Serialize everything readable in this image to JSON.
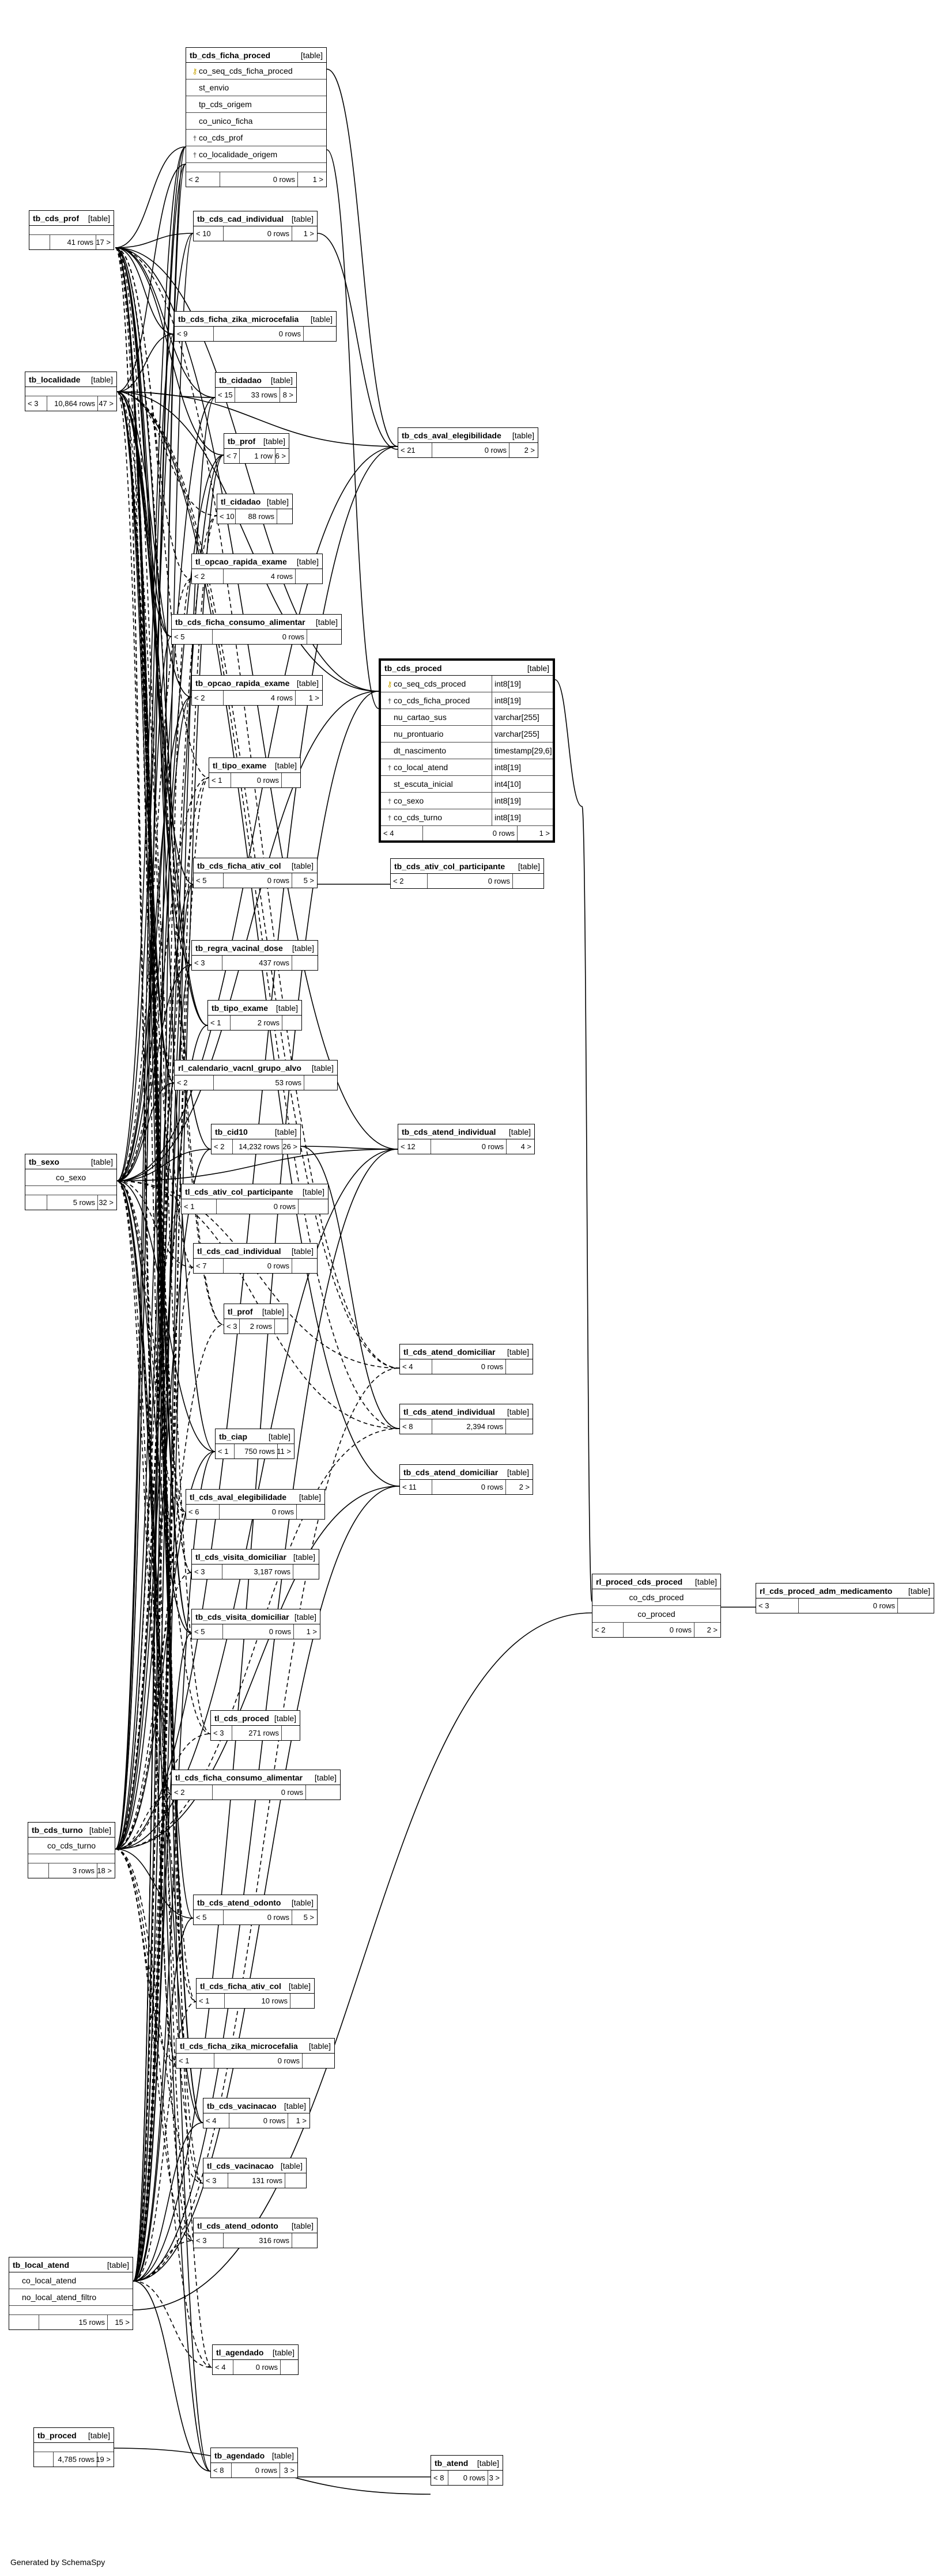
{
  "footer_text": "Generated by SchemaSpy",
  "tables": [
    {
      "id": "tb_cds_ficha_proced",
      "name": "tb_cds_ficha_proced",
      "kind": "[table]",
      "columns": [
        {
          "name": "co_seq_cds_ficha_proced",
          "key": "pk"
        },
        {
          "name": "st_envio",
          "key": ""
        },
        {
          "name": "tp_cds_origem",
          "key": ""
        },
        {
          "name": "co_unico_ficha",
          "key": ""
        },
        {
          "name": "co_cds_prof",
          "key": "fk"
        },
        {
          "name": "co_localidade_origem",
          "key": "fk"
        }
      ],
      "spacer": true,
      "footer": {
        "left": "< 2",
        "mid": "0 rows",
        "right": "1 >"
      }
    },
    {
      "id": "tb_cds_prof",
      "name": "tb_cds_prof",
      "kind": "[table]",
      "columns": [],
      "spacer": true,
      "footer": {
        "left": "",
        "mid": "41 rows",
        "right": "17 >"
      }
    },
    {
      "id": "tb_cds_cad_individual",
      "name": "tb_cds_cad_individual",
      "kind": "[table]",
      "columns": [],
      "footer": {
        "left": "< 10",
        "mid": "0 rows",
        "right": "1 >"
      }
    },
    {
      "id": "tb_cds_ficha_zika_microcefalia",
      "name": "tb_cds_ficha_zika_microcefalia",
      "kind": "[table]",
      "columns": [],
      "footer": {
        "left": "< 9",
        "mid": "0 rows",
        "right": ""
      }
    },
    {
      "id": "tb_localidade",
      "name": "tb_localidade",
      "kind": "[table]",
      "columns": [],
      "spacer": true,
      "footer": {
        "left": "< 3",
        "mid": "10,864 rows",
        "right": "47 >"
      }
    },
    {
      "id": "tb_cidadao",
      "name": "tb_cidadao",
      "kind": "[table]",
      "columns": [],
      "footer": {
        "left": "< 15",
        "mid": "33 rows",
        "right": "8 >"
      }
    },
    {
      "id": "tb_cds_aval_elegibilidade",
      "name": "tb_cds_aval_elegibilidade",
      "kind": "[table]",
      "columns": [],
      "footer": {
        "left": "< 21",
        "mid": "0 rows",
        "right": "2 >"
      }
    },
    {
      "id": "tb_prof",
      "name": "tb_prof",
      "kind": "[table]",
      "columns": [],
      "footer": {
        "left": "< 7",
        "mid": "1 row",
        "right": "6 >"
      }
    },
    {
      "id": "tl_cidadao",
      "name": "tl_cidadao",
      "kind": "[table]",
      "columns": [],
      "footer": {
        "left": "< 10",
        "mid": "88 rows",
        "right": ""
      }
    },
    {
      "id": "tl_opcao_rapida_exame",
      "name": "tl_opcao_rapida_exame",
      "kind": "[table]",
      "columns": [],
      "footer": {
        "left": "< 2",
        "mid": "4 rows",
        "right": ""
      }
    },
    {
      "id": "tb_cds_ficha_consumo_alimentar",
      "name": "tb_cds_ficha_consumo_alimentar",
      "kind": "[table]",
      "columns": [],
      "footer": {
        "left": "< 5",
        "mid": "0 rows",
        "right": ""
      }
    },
    {
      "id": "tb_cds_proced",
      "name": "tb_cds_proced",
      "kind": "[table]",
      "bold": true,
      "columns": [
        {
          "name": "co_seq_cds_proced",
          "key": "pk",
          "type": "int8[19]"
        },
        {
          "name": "co_cds_ficha_proced",
          "key": "fk",
          "type": "int8[19]"
        },
        {
          "name": "nu_cartao_sus",
          "key": "",
          "type": "varchar[255]"
        },
        {
          "name": "nu_prontuario",
          "key": "",
          "type": "varchar[255]"
        },
        {
          "name": "dt_nascimento",
          "key": "",
          "type": "timestamp[29,6]"
        },
        {
          "name": "co_local_atend",
          "key": "fk",
          "type": "int8[19]"
        },
        {
          "name": "st_escuta_inicial",
          "key": "",
          "type": "int4[10]"
        },
        {
          "name": "co_sexo",
          "key": "fk",
          "type": "int8[19]"
        },
        {
          "name": "co_cds_turno",
          "key": "fk",
          "type": "int8[19]"
        }
      ],
      "footer": {
        "left": "< 4",
        "mid": "0 rows",
        "right": "1 >"
      }
    },
    {
      "id": "tb_opcao_rapida_exame",
      "name": "tb_opcao_rapida_exame",
      "kind": "[table]",
      "columns": [],
      "footer": {
        "left": "< 2",
        "mid": "4 rows",
        "right": "1 >"
      }
    },
    {
      "id": "tl_tipo_exame",
      "name": "tl_tipo_exame",
      "kind": "[table]",
      "columns": [],
      "footer": {
        "left": "< 1",
        "mid": "0 rows",
        "right": ""
      }
    },
    {
      "id": "tb_cds_ficha_ativ_col",
      "name": "tb_cds_ficha_ativ_col",
      "kind": "[table]",
      "columns": [],
      "footer": {
        "left": "< 5",
        "mid": "0 rows",
        "right": "5 >"
      }
    },
    {
      "id": "tb_cds_ativ_col_participante",
      "name": "tb_cds_ativ_col_participante",
      "kind": "[table]",
      "columns": [],
      "footer": {
        "left": "< 2",
        "mid": "0 rows",
        "right": ""
      }
    },
    {
      "id": "tb_regra_vacinal_dose",
      "name": "tb_regra_vacinal_dose",
      "kind": "[table]",
      "columns": [],
      "footer": {
        "left": "< 3",
        "mid": "437 rows",
        "right": ""
      }
    },
    {
      "id": "tb_tipo_exame",
      "name": "tb_tipo_exame",
      "kind": "[table]",
      "columns": [],
      "footer": {
        "left": "< 1",
        "mid": "2 rows",
        "right": ""
      }
    },
    {
      "id": "rl_calendario_vacnl_grupo_alvo",
      "name": "rl_calendario_vacnl_grupo_alvo",
      "kind": "[table]",
      "columns": [],
      "footer": {
        "left": "< 2",
        "mid": "53 rows",
        "right": ""
      }
    },
    {
      "id": "tb_sexo",
      "name": "tb_sexo",
      "kind": "[table]",
      "columns": [
        {
          "name": "co_sexo",
          "key": "",
          "center": true
        }
      ],
      "spacer": true,
      "footer": {
        "left": "",
        "mid": "5 rows",
        "right": "32 >"
      }
    },
    {
      "id": "tb_cid10",
      "name": "tb_cid10",
      "kind": "[table]",
      "columns": [],
      "footer": {
        "left": "< 2",
        "mid": "14,232 rows",
        "right": "26 >"
      }
    },
    {
      "id": "tb_cds_atend_individual",
      "name": "tb_cds_atend_individual",
      "kind": "[table]",
      "columns": [],
      "footer": {
        "left": "< 12",
        "mid": "0 rows",
        "right": "4 >"
      }
    },
    {
      "id": "tl_cds_ativ_col_participante",
      "name": "tl_cds_ativ_col_participante",
      "kind": "[table]",
      "columns": [],
      "footer": {
        "left": "< 1",
        "mid": "0 rows",
        "right": ""
      }
    },
    {
      "id": "tl_cds_cad_individual",
      "name": "tl_cds_cad_individual",
      "kind": "[table]",
      "columns": [],
      "footer": {
        "left": "< 7",
        "mid": "0 rows",
        "right": ""
      }
    },
    {
      "id": "tl_prof",
      "name": "tl_prof",
      "kind": "[table]",
      "columns": [],
      "footer": {
        "left": "< 3",
        "mid": "2 rows",
        "right": ""
      }
    },
    {
      "id": "tl_cds_atend_domiciliar",
      "name": "tl_cds_atend_domiciliar",
      "kind": "[table]",
      "columns": [],
      "footer": {
        "left": "< 4",
        "mid": "0 rows",
        "right": ""
      }
    },
    {
      "id": "tl_cds_atend_individual",
      "name": "tl_cds_atend_individual",
      "kind": "[table]",
      "columns": [],
      "footer": {
        "left": "< 8",
        "mid": "2,394 rows",
        "right": ""
      }
    },
    {
      "id": "tb_ciap",
      "name": "tb_ciap",
      "kind": "[table]",
      "columns": [],
      "footer": {
        "left": "< 1",
        "mid": "750 rows",
        "right": "11 >"
      }
    },
    {
      "id": "tb_cds_atend_domiciliar",
      "name": "tb_cds_atend_domiciliar",
      "kind": "[table]",
      "columns": [],
      "footer": {
        "left": "< 11",
        "mid": "0 rows",
        "right": "2 >"
      }
    },
    {
      "id": "tl_cds_aval_elegibilidade",
      "name": "tl_cds_aval_elegibilidade",
      "kind": "[table]",
      "columns": [],
      "footer": {
        "left": "< 6",
        "mid": "0 rows",
        "right": ""
      }
    },
    {
      "id": "tl_cds_visita_domiciliar",
      "name": "tl_cds_visita_domiciliar",
      "kind": "[table]",
      "columns": [],
      "footer": {
        "left": "< 3",
        "mid": "3,187 rows",
        "right": ""
      }
    },
    {
      "id": "rl_proced_cds_proced",
      "name": "rl_proced_cds_proced",
      "kind": "[table]",
      "columns": [
        {
          "name": "co_cds_proced",
          "key": "",
          "center": true
        },
        {
          "name": "co_proced",
          "key": "",
          "center": true
        }
      ],
      "footer": {
        "left": "< 2",
        "mid": "0 rows",
        "right": "2 >"
      }
    },
    {
      "id": "rl_cds_proced_adm_medicamento",
      "name": "rl_cds_proced_adm_medicamento",
      "kind": "[table]",
      "columns": [],
      "footer": {
        "left": "< 3",
        "mid": "0 rows",
        "right": ""
      }
    },
    {
      "id": "tb_cds_visita_domiciliar",
      "name": "tb_cds_visita_domiciliar",
      "kind": "[table]",
      "columns": [],
      "footer": {
        "left": "< 5",
        "mid": "0 rows",
        "right": "1 >"
      }
    },
    {
      "id": "tl_cds_proced",
      "name": "tl_cds_proced",
      "kind": "[table]",
      "columns": [],
      "footer": {
        "left": "< 3",
        "mid": "271 rows",
        "right": ""
      }
    },
    {
      "id": "tl_cds_ficha_consumo_alimentar",
      "name": "tl_cds_ficha_consumo_alimentar",
      "kind": "[table]",
      "columns": [],
      "footer": {
        "left": "< 2",
        "mid": "0 rows",
        "right": ""
      }
    },
    {
      "id": "tb_cds_turno",
      "name": "tb_cds_turno",
      "kind": "[table]",
      "columns": [
        {
          "name": "co_cds_turno",
          "key": "",
          "center": true
        }
      ],
      "spacer": true,
      "footer": {
        "left": "",
        "mid": "3 rows",
        "right": "18 >"
      }
    },
    {
      "id": "tb_cds_atend_odonto",
      "name": "tb_cds_atend_odonto",
      "kind": "[table]",
      "columns": [],
      "footer": {
        "left": "< 5",
        "mid": "0 rows",
        "right": "5 >"
      }
    },
    {
      "id": "tl_cds_ficha_ativ_col",
      "name": "tl_cds_ficha_ativ_col",
      "kind": "[table]",
      "columns": [],
      "footer": {
        "left": "< 1",
        "mid": "10 rows",
        "right": ""
      }
    },
    {
      "id": "tl_cds_ficha_zika_microcefalia",
      "name": "tl_cds_ficha_zika_microcefalia",
      "kind": "[table]",
      "columns": [],
      "footer": {
        "left": "< 1",
        "mid": "0 rows",
        "right": ""
      }
    },
    {
      "id": "tb_cds_vacinacao",
      "name": "tb_cds_vacinacao",
      "kind": "[table]",
      "columns": [],
      "footer": {
        "left": "< 4",
        "mid": "0 rows",
        "right": "1 >"
      }
    },
    {
      "id": "tl_cds_vacinacao",
      "name": "tl_cds_vacinacao",
      "kind": "[table]",
      "columns": [],
      "footer": {
        "left": "< 3",
        "mid": "131 rows",
        "right": ""
      }
    },
    {
      "id": "tl_cds_atend_odonto",
      "name": "tl_cds_atend_odonto",
      "kind": "[table]",
      "columns": [],
      "footer": {
        "left": "< 3",
        "mid": "316 rows",
        "right": ""
      }
    },
    {
      "id": "tb_local_atend",
      "name": "tb_local_atend",
      "kind": "[table]",
      "columns": [
        {
          "name": "co_local_atend",
          "key": ""
        },
        {
          "name": "no_local_atend_filtro",
          "key": ""
        }
      ],
      "spacer": true,
      "footer": {
        "left": "",
        "mid": "15 rows",
        "right": "15 >"
      }
    },
    {
      "id": "tl_agendado",
      "name": "tl_agendado",
      "kind": "[table]",
      "columns": [],
      "footer": {
        "left": "< 4",
        "mid": "0 rows",
        "right": ""
      }
    },
    {
      "id": "tb_proced",
      "name": "tb_proced",
      "kind": "[table]",
      "columns": [],
      "spacer": true,
      "footer": {
        "left": "",
        "mid": "4,785 rows",
        "right": "19 >"
      }
    },
    {
      "id": "tb_agendado",
      "name": "tb_agendado",
      "kind": "[table]",
      "columns": [],
      "footer": {
        "left": "< 8",
        "mid": "0 rows",
        "right": "3 >"
      }
    },
    {
      "id": "tb_atend",
      "name": "tb_atend",
      "kind": "[table]",
      "columns": [],
      "footer": {
        "left": "< 8",
        "mid": "0 rows",
        "right": "3 >"
      }
    }
  ]
}
